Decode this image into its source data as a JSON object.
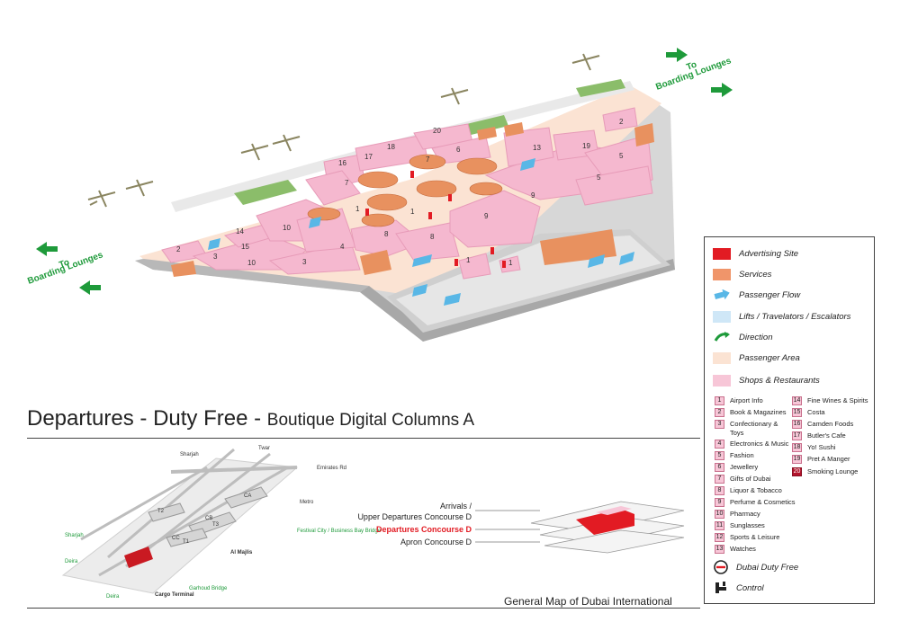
{
  "title": {
    "main": "Departures",
    "dash1": "-",
    "middle": "Duty Free",
    "dash2": "-",
    "sub": "Boutique Digital Columns A"
  },
  "directions": {
    "right": {
      "line1": "To",
      "line2": "Boarding Lounges"
    },
    "left": {
      "line1": "To",
      "line2": "Boarding Lounges"
    }
  },
  "map_labels": [
    "2",
    "3",
    "15",
    "14",
    "10",
    "3",
    "4",
    "10",
    "1",
    "8",
    "8",
    "9",
    "16",
    "17",
    "18",
    "20",
    "7",
    "6",
    "13",
    "19",
    "1",
    "7",
    "5",
    "5",
    "9",
    "2",
    "1",
    "1"
  ],
  "legend": {
    "items": [
      {
        "label": "Advertising Site",
        "color": "#e21b23"
      },
      {
        "label": "Services",
        "color": "#f0956a"
      },
      {
        "label": "Passenger Flow",
        "color": "#59b7e6"
      },
      {
        "label": "Lifts / Travelators / Escalators",
        "color": "#cfe7f7"
      },
      {
        "label": "Direction",
        "color": "#1e9a3a"
      },
      {
        "label": "Passenger Area",
        "color": "#fbe3d3"
      },
      {
        "label": "Shops & Restaurants",
        "color": "#f7c6d7"
      }
    ],
    "shops_left": [
      {
        "num": "1",
        "name": "Airport Info"
      },
      {
        "num": "2",
        "name": "Book & Magazines"
      },
      {
        "num": "3",
        "name": "Confectionary &"
      },
      {
        "num": "",
        "name": "Toys"
      },
      {
        "num": "4",
        "name": "Electronics & Music"
      },
      {
        "num": "5",
        "name": "Fashion"
      },
      {
        "num": "6",
        "name": "Jewellery"
      },
      {
        "num": "7",
        "name": "Gifts of Dubai"
      },
      {
        "num": "8",
        "name": "Liquor & Tobacco"
      },
      {
        "num": "9",
        "name": "Perfume & Cosmetics"
      },
      {
        "num": "10",
        "name": "Pharmacy"
      },
      {
        "num": "11",
        "name": "Sunglasses"
      },
      {
        "num": "12",
        "name": "Sports & Leisure"
      },
      {
        "num": "13",
        "name": "Watches"
      }
    ],
    "shops_right": [
      {
        "num": "14",
        "name": "Fine Wines & Spirits"
      },
      {
        "num": "15",
        "name": "Costa"
      },
      {
        "num": "16",
        "name": "Camden Foods"
      },
      {
        "num": "17",
        "name": "Butler's Cafe"
      },
      {
        "num": "18",
        "name": "Yo! Sushi"
      },
      {
        "num": "19",
        "name": "Pret A Manger"
      },
      {
        "num": "20",
        "name": "Smoking Lounge"
      }
    ],
    "extras": [
      {
        "label": "Dubai Duty Free",
        "icon": "duty-free-logo-icon"
      },
      {
        "label": "Control",
        "icon": "control-icon"
      }
    ]
  },
  "levels": {
    "arrivals": "Arrivals /",
    "upper": "Upper Departures Concourse D",
    "departures": "Departures Concourse D",
    "apron": "Apron Concourse D"
  },
  "site_map": {
    "labels": [
      "Twar",
      "Sharjah",
      "Emirates Rd",
      "Metro",
      "CA",
      "T2",
      "CB",
      "T3",
      "CC",
      "T1",
      "Al Majlis",
      "Festival City / Business Bay Bridge",
      "Sharjah",
      "Deira",
      "Deira",
      "Cargo Terminal",
      "Garhoud Bridge"
    ]
  },
  "footer": {
    "general_map": "General Map of Dubai International"
  },
  "colors": {
    "shop": "#f7c6d7",
    "service": "#f0956a",
    "advert": "#e21b23",
    "direction": "#1e9a3a",
    "floor": "#fbe3d3"
  }
}
